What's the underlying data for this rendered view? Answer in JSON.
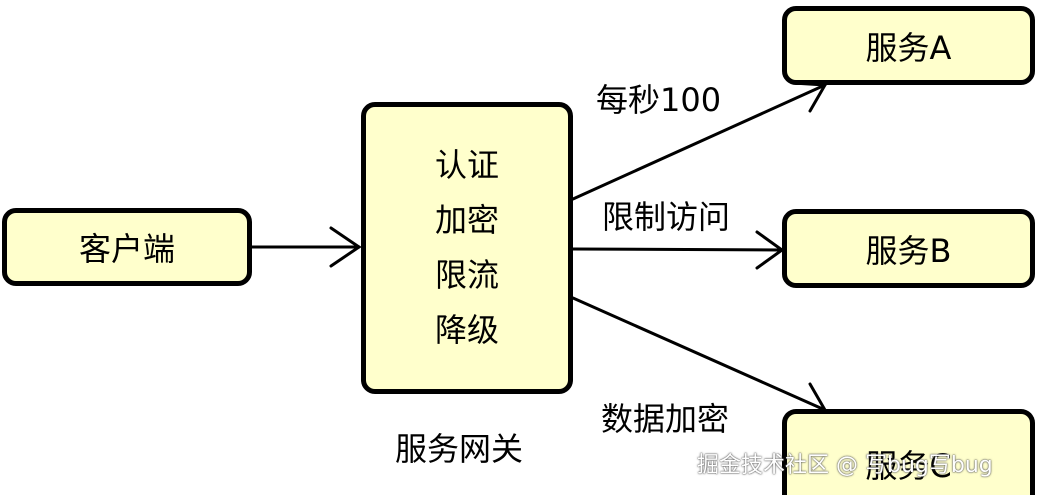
{
  "nodes": {
    "client": "客户端",
    "gateway_lines": [
      "认证",
      "加密",
      "限流",
      "降级"
    ],
    "gateway_caption": "服务网关",
    "service_a": "服务A",
    "service_b": "服务B",
    "service_c": "服务C"
  },
  "edges": {
    "to_service_a": "每秒100",
    "to_service_b": "限制访问",
    "to_service_c": "数据加密"
  },
  "watermark": "掘金技术社区 @ 写bug写bug",
  "colors": {
    "box_fill": "#ffffcc",
    "stroke": "#000000"
  }
}
